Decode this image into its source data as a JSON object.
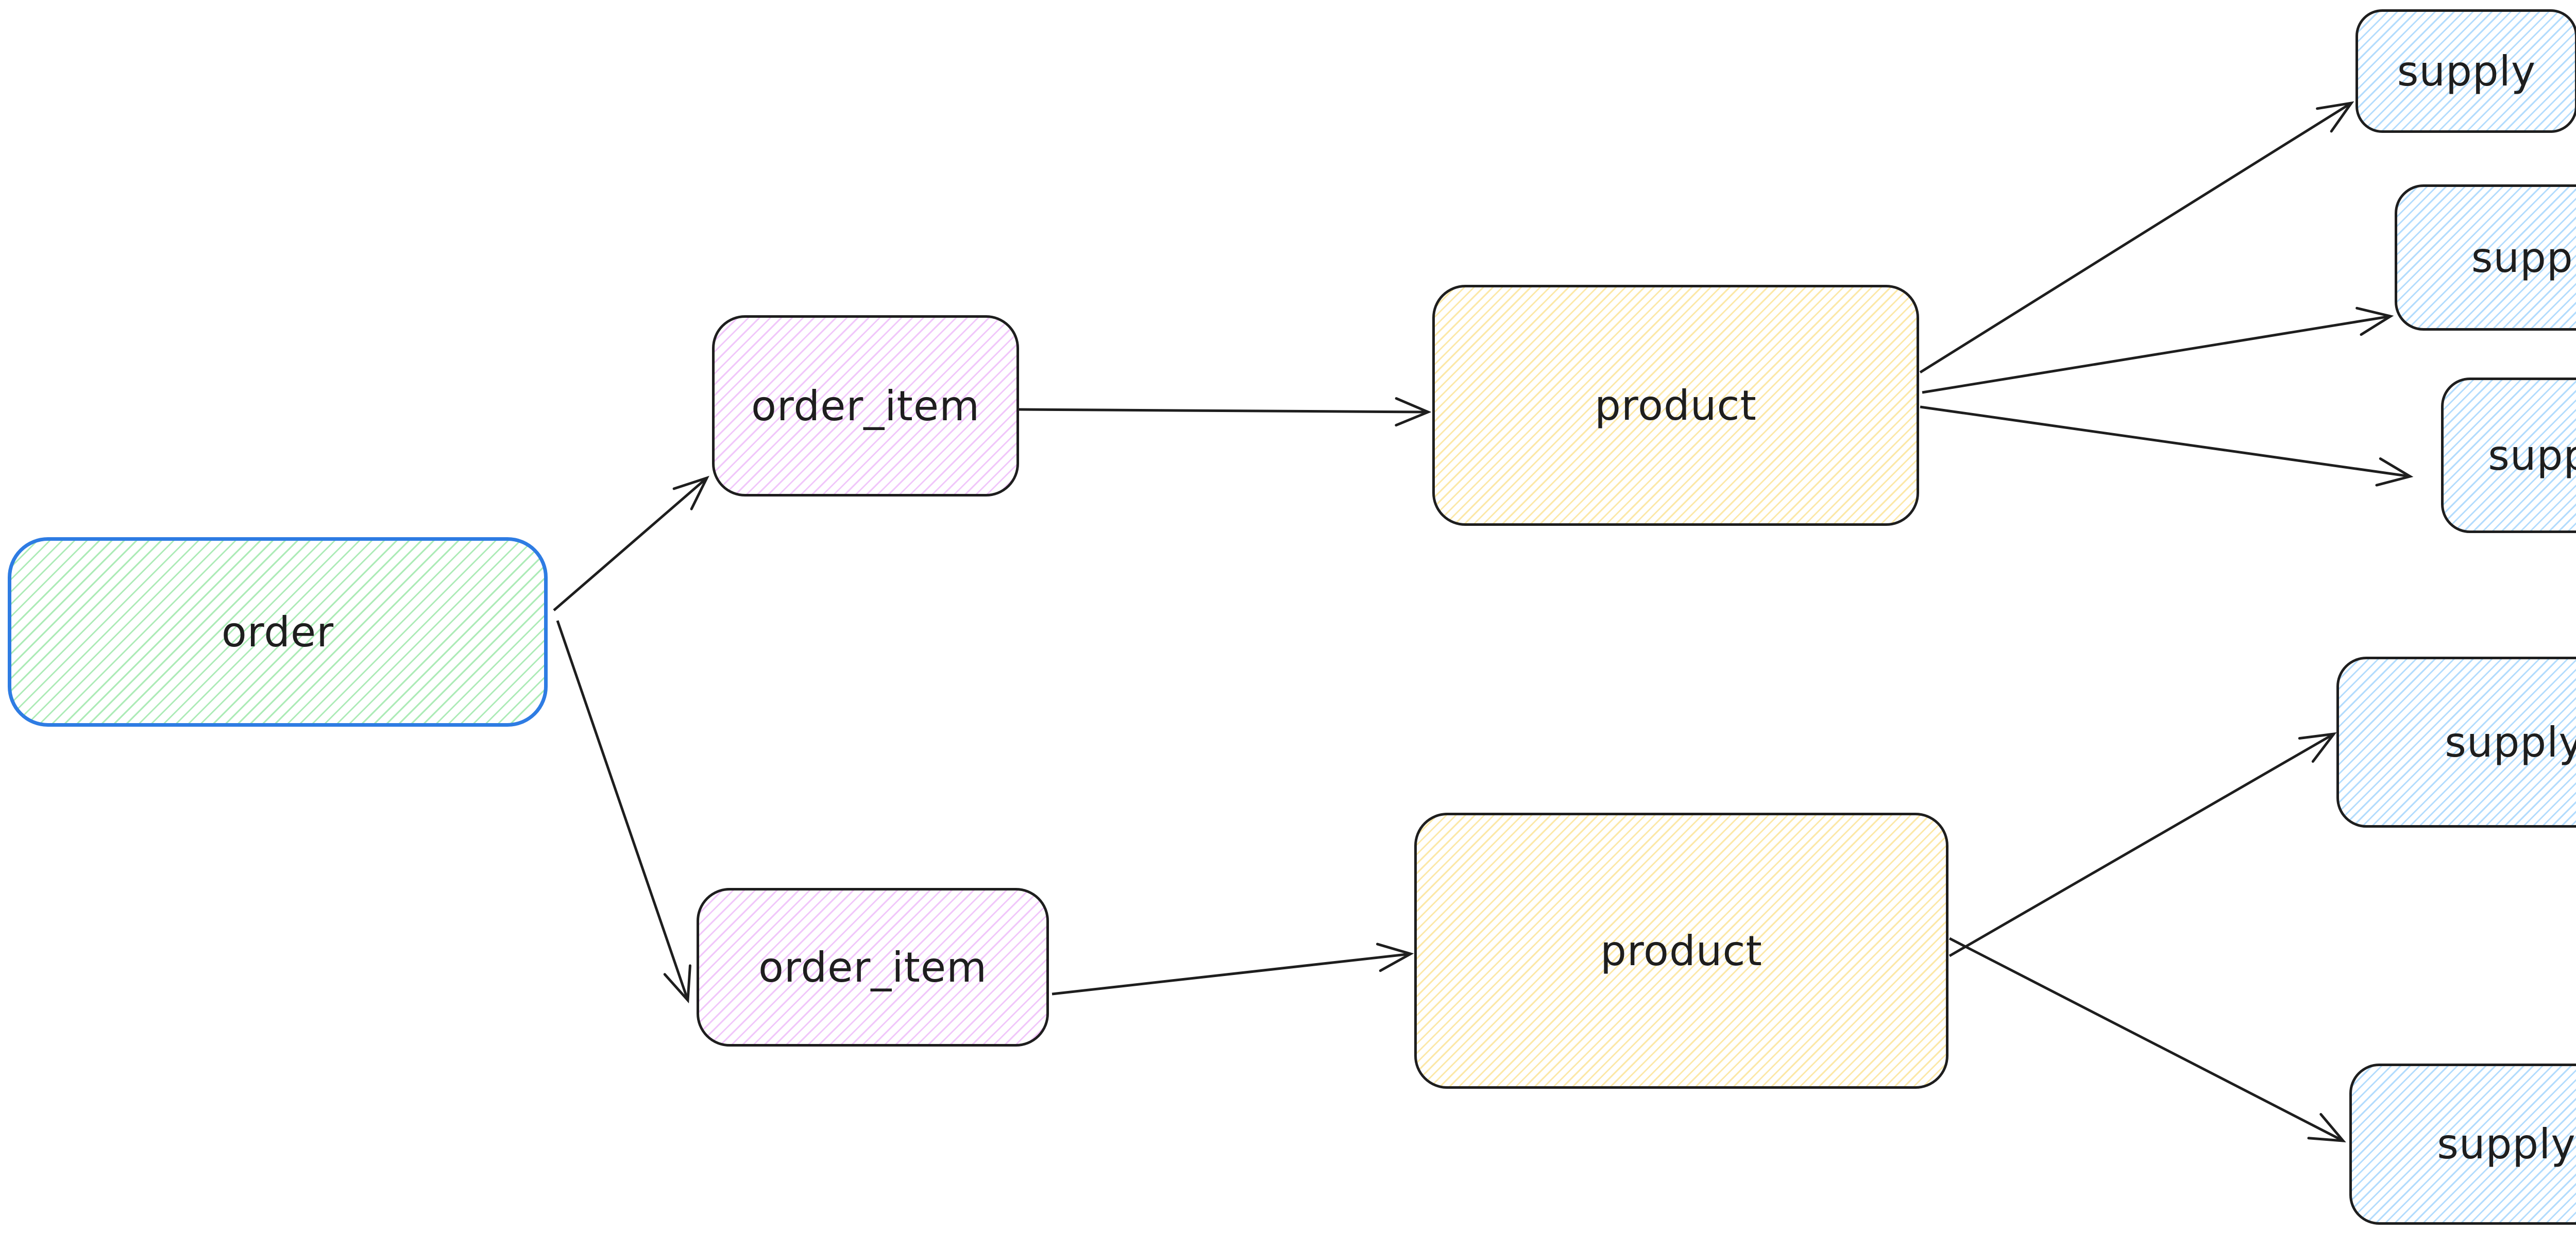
{
  "app": {
    "kind": "hand-drawn entity diagram",
    "background": "#ffffff"
  },
  "palette": {
    "stroke": "#1e1e1e",
    "order_border": "#2e7ce3",
    "green_hachure": "#69db7c",
    "violet_hachure": "#e599f7",
    "yellow_hachure": "#fad86e",
    "blue_hachure": "#74c0fc",
    "label_color": "#1e1e1e"
  },
  "nodes": [
    {
      "id": "order",
      "label": "order",
      "fill": "green"
    },
    {
      "id": "order_item_1",
      "label": "order_item",
      "fill": "violet"
    },
    {
      "id": "product_1",
      "label": "product",
      "fill": "yellow"
    },
    {
      "id": "supply_1",
      "label": "supply",
      "fill": "blue"
    },
    {
      "id": "supply_2",
      "label": "supply",
      "fill": "blue"
    },
    {
      "id": "supply_3",
      "label": "supply",
      "fill": "blue"
    },
    {
      "id": "order_item_2",
      "label": "order_item",
      "fill": "violet"
    },
    {
      "id": "product_2",
      "label": "product",
      "fill": "yellow"
    },
    {
      "id": "supply_4",
      "label": "supply",
      "fill": "blue"
    },
    {
      "id": "supply_5",
      "label": "supply",
      "fill": "blue"
    }
  ],
  "edges": [
    {
      "from": "order",
      "to": "order_item_1"
    },
    {
      "from": "order",
      "to": "order_item_2"
    },
    {
      "from": "order_item_1",
      "to": "product_1"
    },
    {
      "from": "product_1",
      "to": "supply_1"
    },
    {
      "from": "product_1",
      "to": "supply_2"
    },
    {
      "from": "product_1",
      "to": "supply_3"
    },
    {
      "from": "order_item_2",
      "to": "product_2"
    },
    {
      "from": "product_2",
      "to": "supply_4"
    },
    {
      "from": "product_2",
      "to": "supply_5"
    }
  ]
}
